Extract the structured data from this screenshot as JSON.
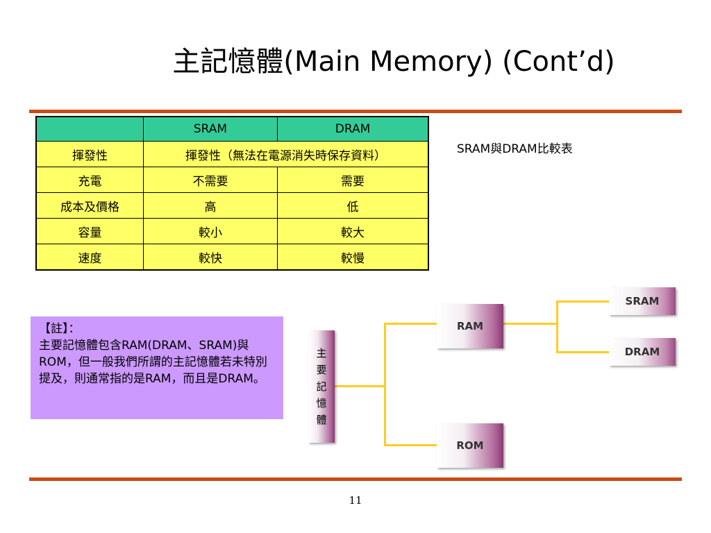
{
  "title": "主記憶體(Main Memory) (Cont’d)",
  "table": {
    "headers": [
      "",
      "SRAM",
      "DRAM"
    ],
    "rows": [
      [
        "揮發性",
        "揮發性（無法在電源消失時保存資料）"
      ],
      [
        "充電",
        "不需要",
        "需要"
      ],
      [
        "成本及價格",
        "高",
        "低"
      ],
      [
        "容量",
        "較小",
        "較大"
      ],
      [
        "速度",
        "較快",
        "較慢"
      ]
    ]
  },
  "caption": "SRAM與DRAM比較表",
  "note": {
    "heading": "【註】：",
    "body": "主要記憶體包含RAM(DRAM、SRAM)與ROM，但一般我們所謂的主記憶體若未特別提及，則通常指的是RAM，而且是DRAM。"
  },
  "diagram": {
    "root_chars": [
      "主",
      "要",
      "記",
      "憶",
      "體"
    ],
    "ram": "RAM",
    "rom": "ROM",
    "sram": "SRAM",
    "dram": "DRAM"
  },
  "page_number": "11",
  "colors": {
    "rule": "#cc4a14",
    "header_bg": "#33cc99",
    "cell_bg": "#ffff66",
    "note_bg": "#cc99ff",
    "connector": "#ffcc22"
  }
}
